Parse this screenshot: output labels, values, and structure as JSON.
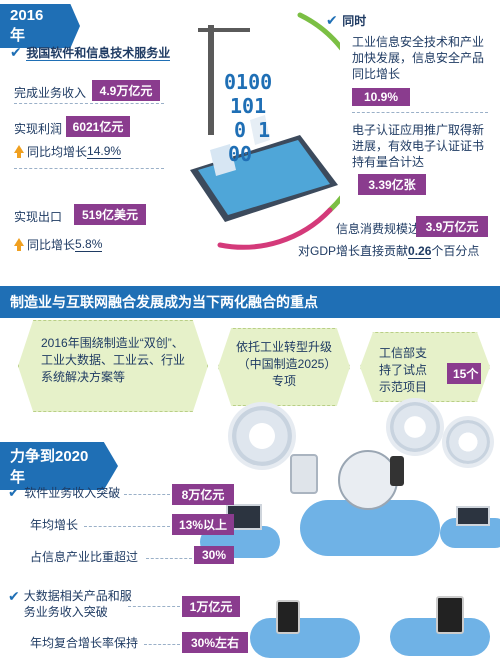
{
  "section_2016": {
    "year_tag": "2016年",
    "heading": "我国软件和信息技术服务业",
    "stats": [
      {
        "label": "完成业务收入",
        "value": "4.9万亿元"
      },
      {
        "label": "实现利润",
        "value": "6021亿元"
      },
      {
        "label": "同比均增长",
        "value": "14.9%"
      },
      {
        "label": "实现出口",
        "value": "519亿美元"
      },
      {
        "label": "同比增长",
        "value": "5.8%"
      }
    ],
    "right_heading": "同时",
    "right_text_1": "工业信息安全技术和产业加快发展，信息安全产品同比增长",
    "right_value_1": "10.9%",
    "right_text_2": "电子认证应用推广取得新进展，有效电子认证证书持有量合计达",
    "right_value_2": "3.39亿张",
    "info_consume_label": "信息消费规模达到",
    "info_consume_value": "3.9万亿元",
    "gdp_prefix": "对GDP增长直接贡献",
    "gdp_value": "0.26",
    "gdp_suffix": "个百分点",
    "binary_lines": [
      "0100",
      "101",
      "0 1",
      "00"
    ]
  },
  "banner": {
    "text": "制造业与互联网融合发展成为当下两化融合的重点"
  },
  "hex_boxes": [
    {
      "text": "2016年围绕制造业“双创”、工业大数据、工业云、行业系统解决方案等"
    },
    {
      "text": "依托工业转型升级（中国制造2025）专项"
    },
    {
      "text": "工信部支持了试点示范项目",
      "value": "15个"
    }
  ],
  "section_2020": {
    "year_tag": "力争到2020年",
    "items": [
      {
        "label": "软件业务收入突破",
        "value": "8万亿元"
      },
      {
        "label": "年均增长",
        "value": "13%以上"
      },
      {
        "label": "占信息产业比重超过",
        "value": "30%"
      },
      {
        "label": "大数据相关产品和服务业务收入突破",
        "value": "1万亿元"
      },
      {
        "label": "年均复合增长率保持",
        "value": "30%左右"
      }
    ]
  },
  "colors": {
    "primary_blue": "#1f6fb5",
    "value_purple": "#8a3c8e",
    "arrow_orange": "#f0a020",
    "hex_green": "#e6f1c9"
  }
}
